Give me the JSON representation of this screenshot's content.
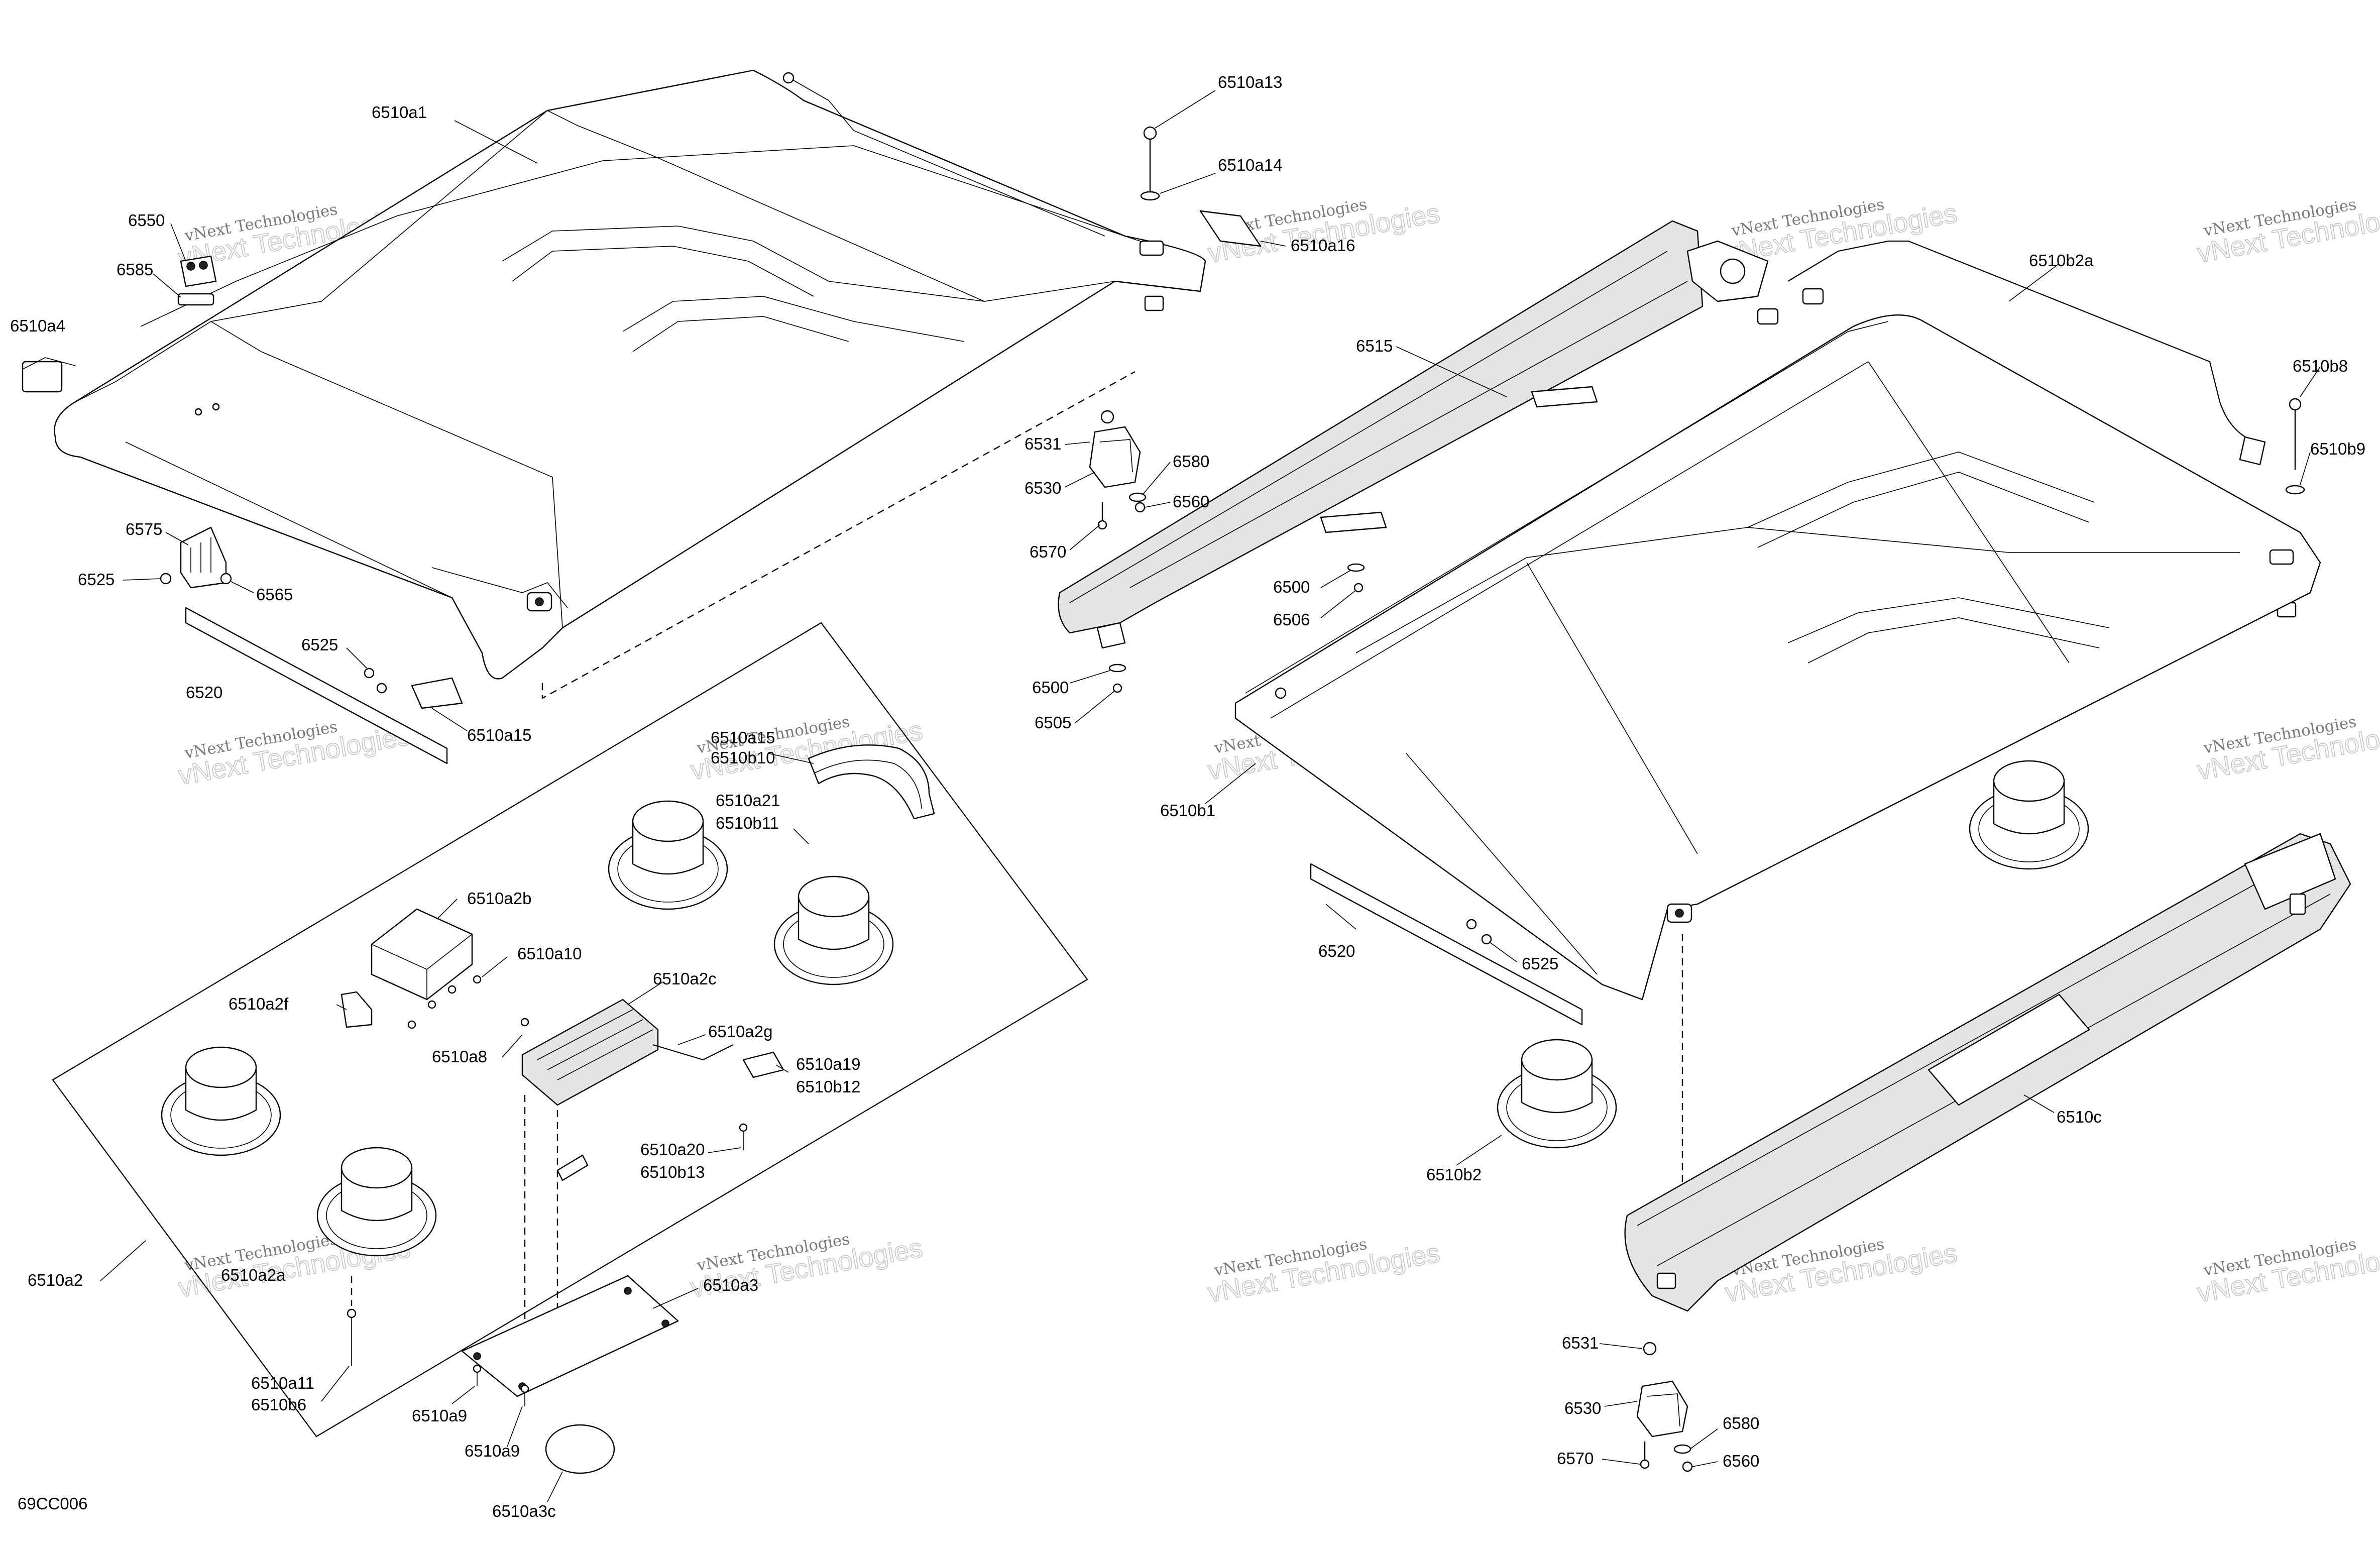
{
  "diagram_code": "69CC006",
  "watermark": {
    "line1": "vNext Technologies",
    "line2": "vNext Technologies"
  },
  "callouts": {
    "l_6510a1": "6510a1",
    "l_6510a13": "6510a13",
    "l_6510a14": "6510a14",
    "l_6510a16": "6510a16",
    "l_6550": "6550",
    "l_6585": "6585",
    "l_6510a4": "6510a4",
    "l_6575": "6575",
    "l_6525_a": "6525",
    "l_6565": "6565",
    "l_6525_b": "6525",
    "l_6520_a": "6520",
    "l_6510a15_a": "6510a15",
    "l_6531_a": "6531",
    "l_6530_a": "6530",
    "l_6580_a": "6580",
    "l_6560_a": "6560",
    "l_6570_a": "6570",
    "l_6515": "6515",
    "l_6510b2a": "6510b2a",
    "l_6510b8": "6510b8",
    "l_6510b9": "6510b9",
    "l_6500_a": "6500",
    "l_6506": "6506",
    "l_6500_b": "6500",
    "l_6505": "6505",
    "l_6510b1": "6510b1",
    "l_6520_b": "6520",
    "l_6525_c": "6525",
    "l_6510a15_b": "6510a15",
    "l_6510b10": "6510b10",
    "l_6510a21": "6510a21",
    "l_6510b11": "6510b11",
    "l_6510a2b": "6510a2b",
    "l_6510a10": "6510a10",
    "l_6510a2f": "6510a2f",
    "l_6510a2c": "6510a2c",
    "l_6510a8": "6510a8",
    "l_6510a2g": "6510a2g",
    "l_6510a19": "6510a19",
    "l_6510b12": "6510b12",
    "l_6510a20": "6510a20",
    "l_6510b13": "6510b13",
    "l_6510a2": "6510a2",
    "l_6510a2a": "6510a2a",
    "l_6510a3": "6510a3",
    "l_6510a11": "6510a11",
    "l_6510b6": "6510b6",
    "l_6510a9_a": "6510a9",
    "l_6510a9_b": "6510a9",
    "l_6510a3c": "6510a3c",
    "l_6510c": "6510c",
    "l_6510b2": "6510b2",
    "l_6531_b": "6531",
    "l_6530_b": "6530",
    "l_6580_b": "6580",
    "l_6570_b": "6570",
    "l_6560_b": "6560"
  }
}
